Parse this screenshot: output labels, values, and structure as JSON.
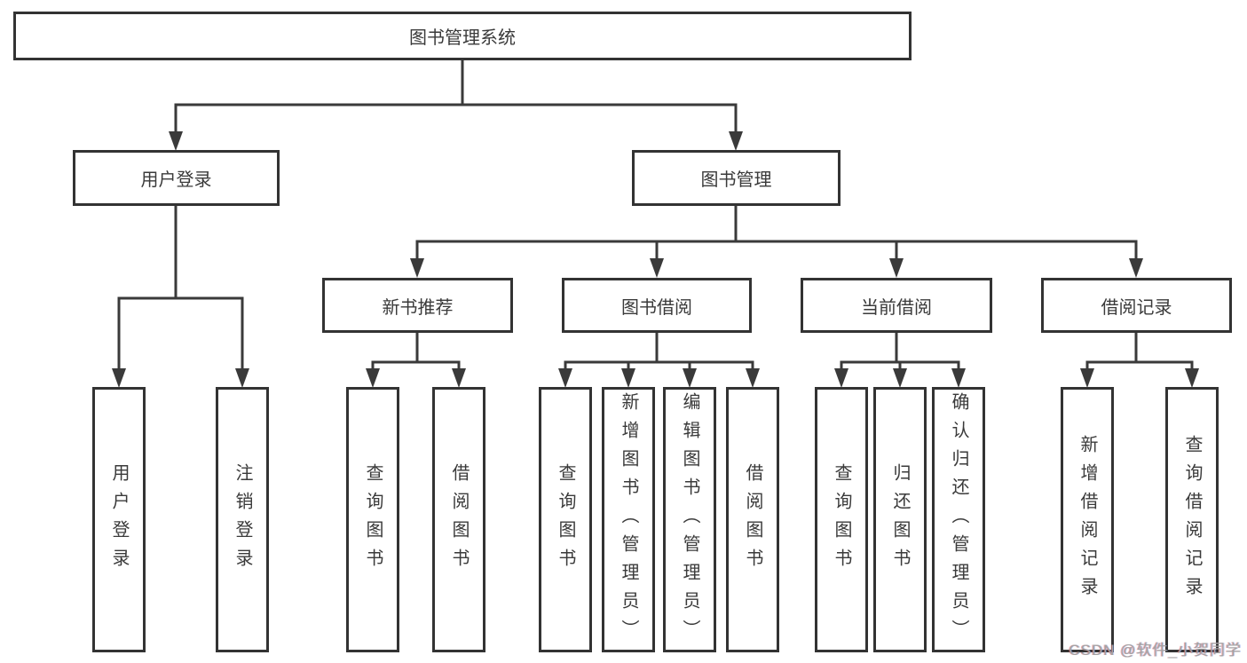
{
  "tree": {
    "root": {
      "label": "图书管理系统"
    },
    "branches": [
      {
        "label": "用户登录",
        "children": [
          {
            "label": "用户登录"
          },
          {
            "label": "注销登录"
          }
        ]
      },
      {
        "label": "图书管理",
        "children": [
          {
            "label": "新书推荐",
            "children": [
              {
                "label": "查询图书"
              },
              {
                "label": "借阅图书"
              }
            ]
          },
          {
            "label": "图书借阅",
            "children": [
              {
                "label": "查询图书"
              },
              {
                "label": "新增图书（管理员）"
              },
              {
                "label": "编辑图书（管理员）"
              },
              {
                "label": "借阅图书"
              }
            ]
          },
          {
            "label": "当前借阅",
            "children": [
              {
                "label": "查询图书"
              },
              {
                "label": "归还图书"
              },
              {
                "label": "确认归还（管理员）"
              }
            ]
          },
          {
            "label": "借阅记录",
            "children": [
              {
                "label": "新增借阅记录"
              },
              {
                "label": "查询借阅记录"
              }
            ]
          }
        ]
      }
    ]
  },
  "watermark": {
    "text": "CSDN @软件_小贺同学"
  },
  "colors": {
    "line": "#3a3a3a",
    "box_border": "#333333",
    "box_fill": "#ffffff",
    "text": "#3a3a3a",
    "watermark": "#a3a3a3",
    "background": "#ffffff"
  }
}
